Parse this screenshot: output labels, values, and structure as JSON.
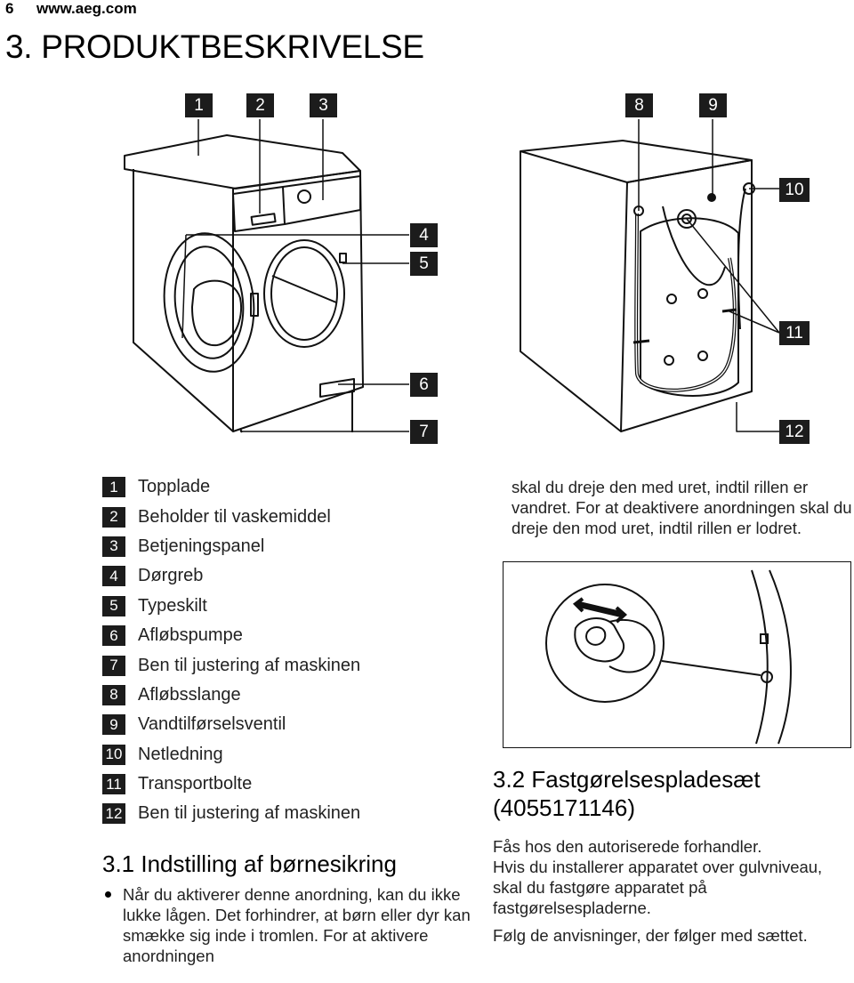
{
  "header": {
    "page_number": "6",
    "site": "www.aeg.com"
  },
  "title": "3. PRODUKTBESKRIVELSE",
  "callouts": [
    "1",
    "2",
    "3",
    "4",
    "5",
    "6",
    "7",
    "8",
    "9",
    "10",
    "11",
    "12"
  ],
  "legend": [
    {
      "num": "1",
      "label": "Topplade"
    },
    {
      "num": "2",
      "label": "Beholder til vaskemiddel"
    },
    {
      "num": "3",
      "label": "Betjeningspanel"
    },
    {
      "num": "4",
      "label": "Dørgreb"
    },
    {
      "num": "5",
      "label": "Typeskilt"
    },
    {
      "num": "6",
      "label": "Afløbspumpe"
    },
    {
      "num": "7",
      "label": "Ben til justering af maskinen"
    },
    {
      "num": "8",
      "label": "Afløbsslange"
    },
    {
      "num": "9",
      "label": "Vandtilførselsventil"
    },
    {
      "num": "10",
      "label": "Netledning"
    },
    {
      "num": "11",
      "label": "Transportbolte"
    },
    {
      "num": "12",
      "label": "Ben til justering af maskinen"
    }
  ],
  "section_3_1": {
    "heading": "3.1 Indstilling af børnesikring",
    "bullet": "Når du aktiverer denne anordning, kan du ikke lukke lågen. Det forhindrer, at børn eller dyr kan smække sig inde i tromlen. For at aktivere anordningen",
    "continued": "skal du dreje den med uret, indtil rillen er vandret. For at deaktivere anordningen skal du dreje den mod uret, indtil rillen er lodret."
  },
  "section_3_2": {
    "heading_line1": "3.2 Fastgørelsespladesæt",
    "heading_line2": "(4055171146)",
    "para1": "Fås hos den autoriserede forhandler.",
    "para2": "Hvis du installerer apparatet over gulvniveau, skal du fastgøre apparatet på fastgørelsespladerne.",
    "para3": "Følg de anvisninger, der følger med sættet."
  }
}
